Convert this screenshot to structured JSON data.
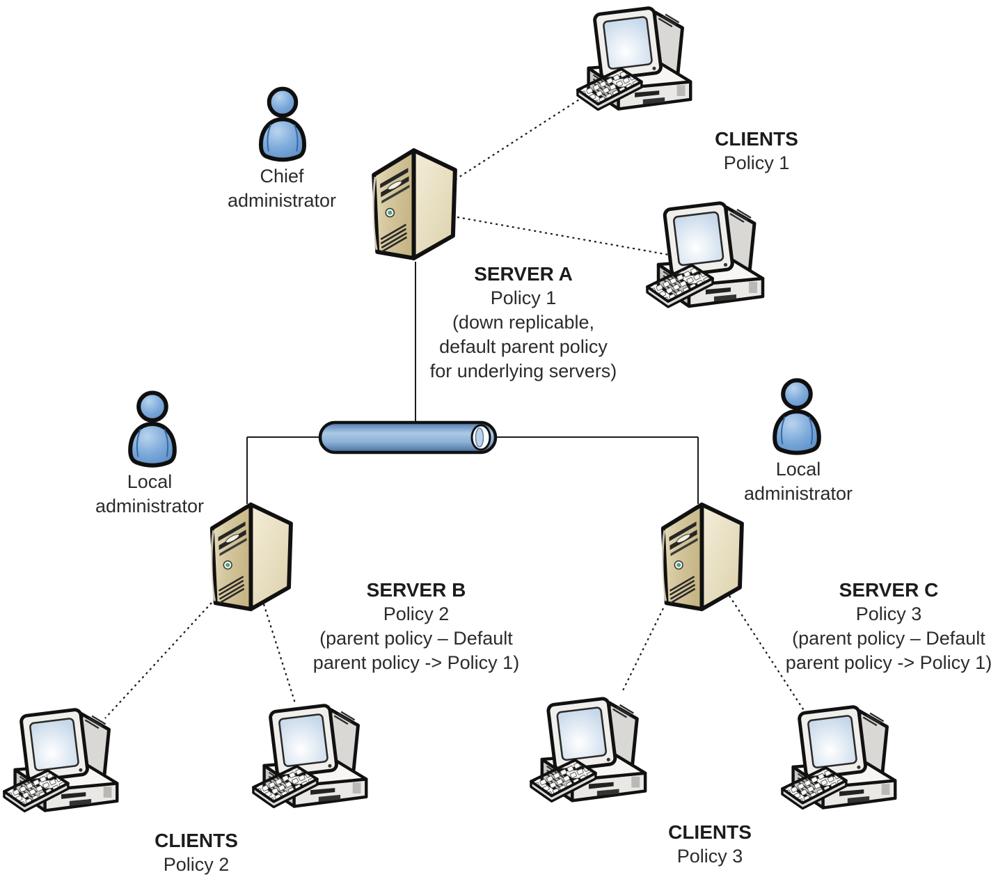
{
  "diagram": {
    "background_color": "#ffffff",
    "line_color": "#1a1a1a",
    "colors": {
      "server_front": "#d5c79e",
      "server_side": "#ece4c9",
      "person_blue": "#6d9fd4",
      "cylinder_blue": "#5b88ba",
      "screen_blue": "#cfdded"
    },
    "nodes": {
      "chief_admin": {
        "line1": "Chief",
        "line2": "administrator"
      },
      "local_admin_left": {
        "line1": "Local",
        "line2": "administrator"
      },
      "local_admin_right": {
        "line1": "Local",
        "line2": "administrator"
      },
      "server_a": {
        "title": "SERVER A",
        "line1": "Policy 1",
        "line2": "(down replicable,",
        "line3": "default parent policy",
        "line4": "for underlying servers)"
      },
      "server_b": {
        "title": "SERVER B",
        "line1": "Policy 2",
        "line2": "(parent policy – Default",
        "line3": "parent policy -> Policy 1)"
      },
      "server_c": {
        "title": "SERVER C",
        "line1": "Policy 3",
        "line2": "(parent policy – Default",
        "line3": "parent policy -> Policy 1)"
      },
      "clients_top": {
        "title": "CLIENTS",
        "subtitle": "Policy 1"
      },
      "clients_left": {
        "title": "CLIENTS",
        "subtitle": "Policy 2"
      },
      "clients_right": {
        "title": "CLIENTS",
        "subtitle": "Policy 3"
      }
    }
  }
}
